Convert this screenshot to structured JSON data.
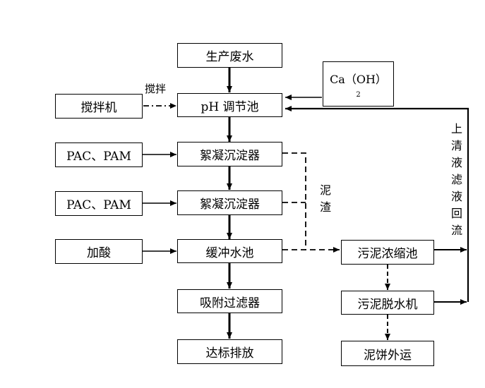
{
  "boxes": {
    "wastewater": "生产废水",
    "ph_tank": "pH 调节池",
    "mixer": "搅拌机",
    "caoh_main": "Ca（OH）",
    "caoh_sub": "2",
    "pac_pam_1": "PAC、PAM",
    "pac_pam_2": "PAC、PAM",
    "floc_1": "絮凝沉淀器",
    "floc_2": "絮凝沉淀器",
    "acid": "加酸",
    "buffer_tank": "缓冲水池",
    "adsorb_filter": "吸附过滤器",
    "discharge": "达标排放",
    "sludge_thicken": "污泥浓缩池",
    "sludge_dewater": "污泥脱水机",
    "cake_out": "泥饼外运"
  },
  "labels": {
    "stir": "搅拌",
    "sludge_residue": "泥\n渣",
    "return_flow": "上\n清\n液\n滤\n液\n回\n流"
  }
}
